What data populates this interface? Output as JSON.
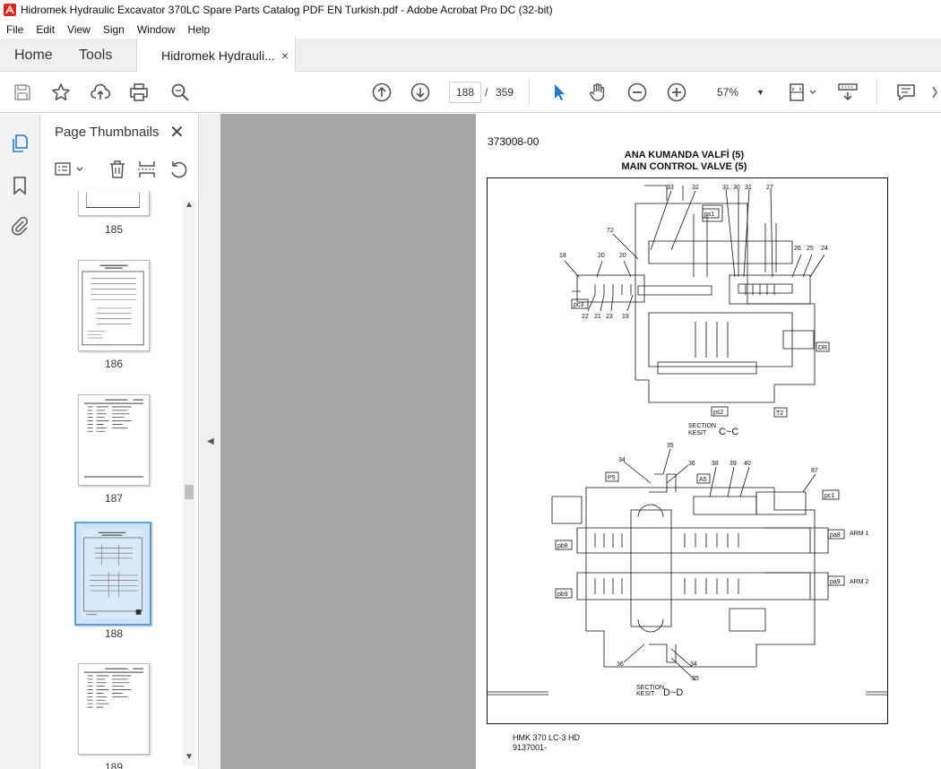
{
  "window": {
    "title": "Hidromek Hydraulic Excavator 370LC  Spare Parts Catalog PDF EN Turkish.pdf - Adobe Acrobat Pro DC (32-bit)"
  },
  "menu": [
    "File",
    "Edit",
    "View",
    "Sign",
    "Window",
    "Help"
  ],
  "tabs": {
    "home": "Home",
    "tools": "Tools",
    "document": "Hidromek Hydrauli...",
    "close": "×"
  },
  "toolbar": {
    "current_page": "188",
    "separator": "/",
    "total_pages": "359",
    "zoom": "57%"
  },
  "thumbnails_panel": {
    "title": "Page Thumbnails",
    "close": "✕",
    "pages": [
      {
        "label": "185",
        "selected": false
      },
      {
        "label": "186",
        "selected": false
      },
      {
        "label": "187",
        "selected": false
      },
      {
        "label": "188",
        "selected": true
      },
      {
        "label": "189",
        "selected": false
      }
    ]
  },
  "document_page": {
    "doc_number": "373008-00",
    "title_tr": "ANA KUMANDA VALFİ (5)",
    "title_en": "MAIN CONTROL VALVE (5)",
    "footer_model": "HMK 370 LC-3 HD",
    "footer_code": "9137001-",
    "diagram": {
      "top_callouts": [
        "33",
        "32",
        "31",
        "30",
        "31",
        "27",
        "72",
        "18",
        "20",
        "20",
        "26",
        "25",
        "24",
        "22",
        "21",
        "23",
        "19"
      ],
      "top_ports": [
        "ps1",
        "pc3",
        "DR",
        "ps2",
        "T2"
      ],
      "section_top": {
        "label1": "SECTION",
        "label2": "KESIT",
        "name": "C~C"
      },
      "bottom_callouts": [
        "35",
        "34",
        "36",
        "38",
        "39",
        "40",
        "87",
        "36",
        "34",
        "35"
      ],
      "bottom_ports": [
        "P5",
        "A5",
        "pc1",
        "pb8",
        "pa8",
        "pb9",
        "pa9"
      ],
      "arm_labels": [
        "ARM 1",
        "ARM 2"
      ],
      "section_bottom": {
        "label1": "SECTION",
        "label2": "KESIT",
        "name": "D~D"
      }
    }
  },
  "colors": {
    "accent": "#2679c9",
    "doc_background": "#a6a6a6",
    "selected_thumb": "#cfe3f6"
  }
}
